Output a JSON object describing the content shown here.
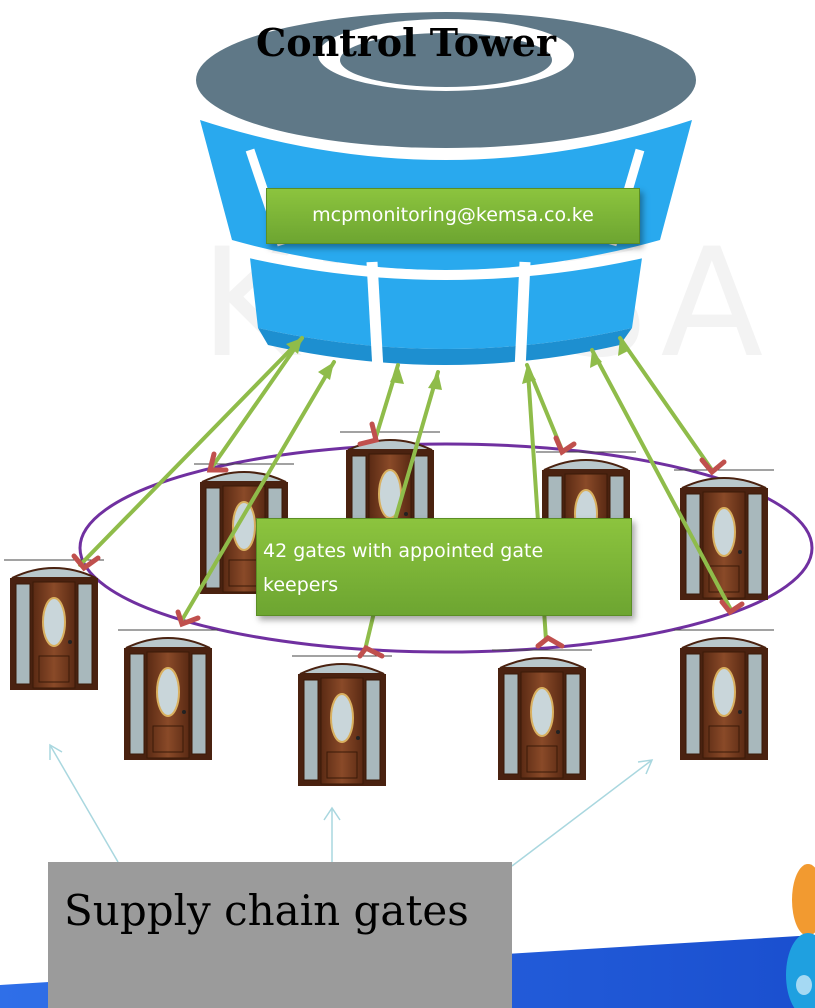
{
  "title": "Control Tower",
  "email_label": "mcpmonitoring@kemsa.co.ke",
  "gates_label": "42 gates with appointed gate keepers",
  "supply_label": "Supply chain gates",
  "watermark": "KEMSA",
  "colors": {
    "tower_top": "#5f7887",
    "tower_glass": "#29a9ee",
    "green_box": "#7bb83a",
    "arrow_green": "#8fbc4a",
    "arrow_head_red": "#c0504d",
    "ellipse": "#7030a0",
    "callout_arrow": "#a9d7df",
    "supply_box": "#9b9b9b",
    "band_blue": "#1f62e0"
  },
  "icons": [
    "door-icon"
  ]
}
